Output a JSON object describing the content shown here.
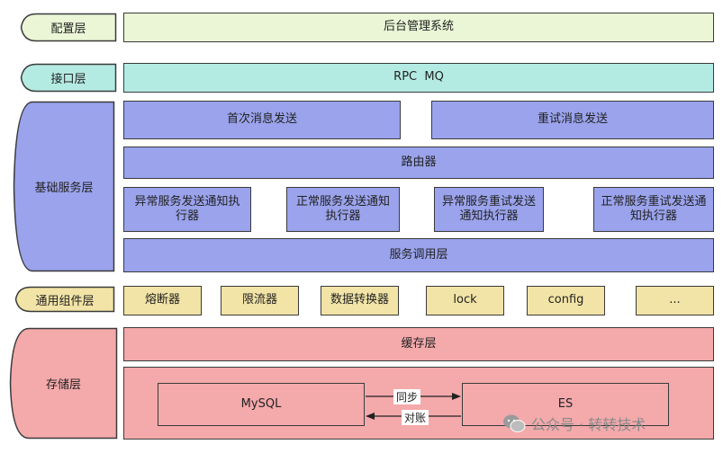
{
  "layers": {
    "config": "配置层",
    "interface": "接口层",
    "basic_service": "基础服务层",
    "common_component": "通用组件层",
    "storage": "存储层"
  },
  "config_layer": {
    "admin_system": "后台管理系统"
  },
  "interface_layer": {
    "protocols": "RPC  MQ"
  },
  "service_layer": {
    "first_send": "首次消息发送",
    "retry_send": "重试消息发送",
    "router": "路由器",
    "executors": [
      "异常服务发送通知执行器",
      "正常服务发送通知执行器",
      "异常服务重试发送通知执行器",
      "正常服务重试发送通知执行器"
    ],
    "invoke_layer": "服务调用层"
  },
  "component_layer": {
    "items": [
      "熔断器",
      "限流器",
      "数据转换器",
      "lock",
      "config",
      "..."
    ]
  },
  "storage_layer": {
    "cache": "缓存层",
    "mysql": "MySQL",
    "es": "ES",
    "sync_label": "同步",
    "reconcile_label": "对账"
  },
  "watermark": "公众号 · 转转技术",
  "colors": {
    "config": "#eaf6d6",
    "interface": "#b3ebe3",
    "service": "#9aa3ec",
    "component": "#f2e4a6",
    "storage": "#f4a9ab"
  }
}
